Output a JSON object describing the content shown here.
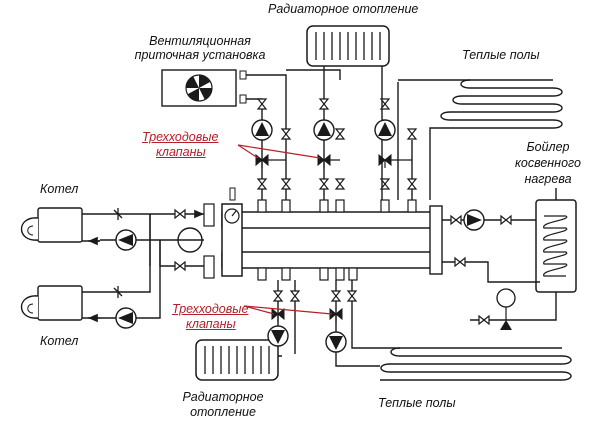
{
  "labels": {
    "radiator_top": "Радиаторное отопление",
    "ventilation_line1": "Вентиляционная",
    "ventilation_line2": "приточная установка",
    "floor_heating_top": "Теплые полы",
    "three_way_top_line1": "Трехходовые",
    "three_way_top_line2": "клапаны",
    "boiler_indirect_line1": "Бойлер",
    "boiler_indirect_line2": "косвенного",
    "boiler_indirect_line3": "нагрева",
    "kotel_top": "Котел",
    "kotel_bottom": "Котел",
    "three_way_bottom_line1": "Трехходовые",
    "three_way_bottom_line2": "клапаны",
    "radiator_bottom_line1": "Радиаторное",
    "radiator_bottom_line2": "отопление",
    "floor_heating_bottom": "Теплые полы"
  },
  "colors": {
    "line": "#1a1a1a",
    "accent_red": "#b3202a",
    "fill_light": "#f2f2f2"
  }
}
